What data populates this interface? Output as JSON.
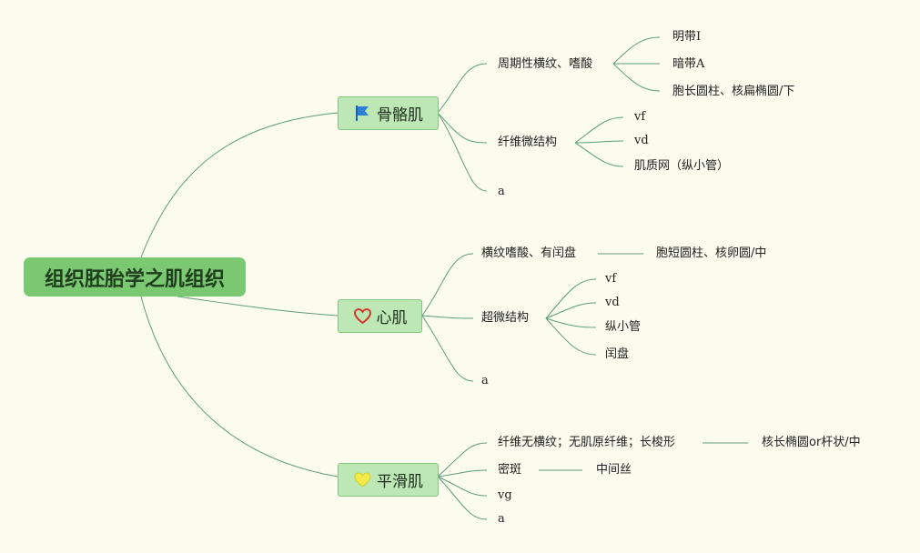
{
  "root": {
    "label": "组织胚胎学之肌组织"
  },
  "colors": {
    "background": "#fbfbee",
    "root_fill": "#7ac872",
    "branch_fill": "#bde8b6",
    "branch_border": "#87c47f",
    "link": "#5e9f79"
  },
  "branches": {
    "skeletal": {
      "label": "骨骼肌",
      "icon": "flag-icon",
      "periodic": "周期性横纹、嗜酸",
      "bright_band": "明带I",
      "dark_band": "暗带A",
      "cell_shape": "胞长圆柱、核扁椭圆/下",
      "ultra": "纤维微结构",
      "vf": "vf",
      "vd": "vd",
      "sr": "肌质网（纵小管）",
      "a": "a"
    },
    "cardiac": {
      "label": "心肌",
      "icon": "heart-outline-icon",
      "striation": "横纹嗜酸、有闰盘",
      "cell_shape": "胞短圆柱、核卵圆/中",
      "ultra": "超微结构",
      "vf": "vf",
      "vd": "vd",
      "longitudinal": "纵小管",
      "disc": "闰盘",
      "a": "a"
    },
    "smooth": {
      "label": "平滑肌",
      "icon": "yellow-heart-icon",
      "fiber": "纤维无横纹；无肌原纤维；长梭形",
      "nucleus": "核长椭圆or杆状/中",
      "dense": "密斑",
      "intermediate": "中间丝",
      "vg": "vg",
      "a": "a"
    }
  }
}
